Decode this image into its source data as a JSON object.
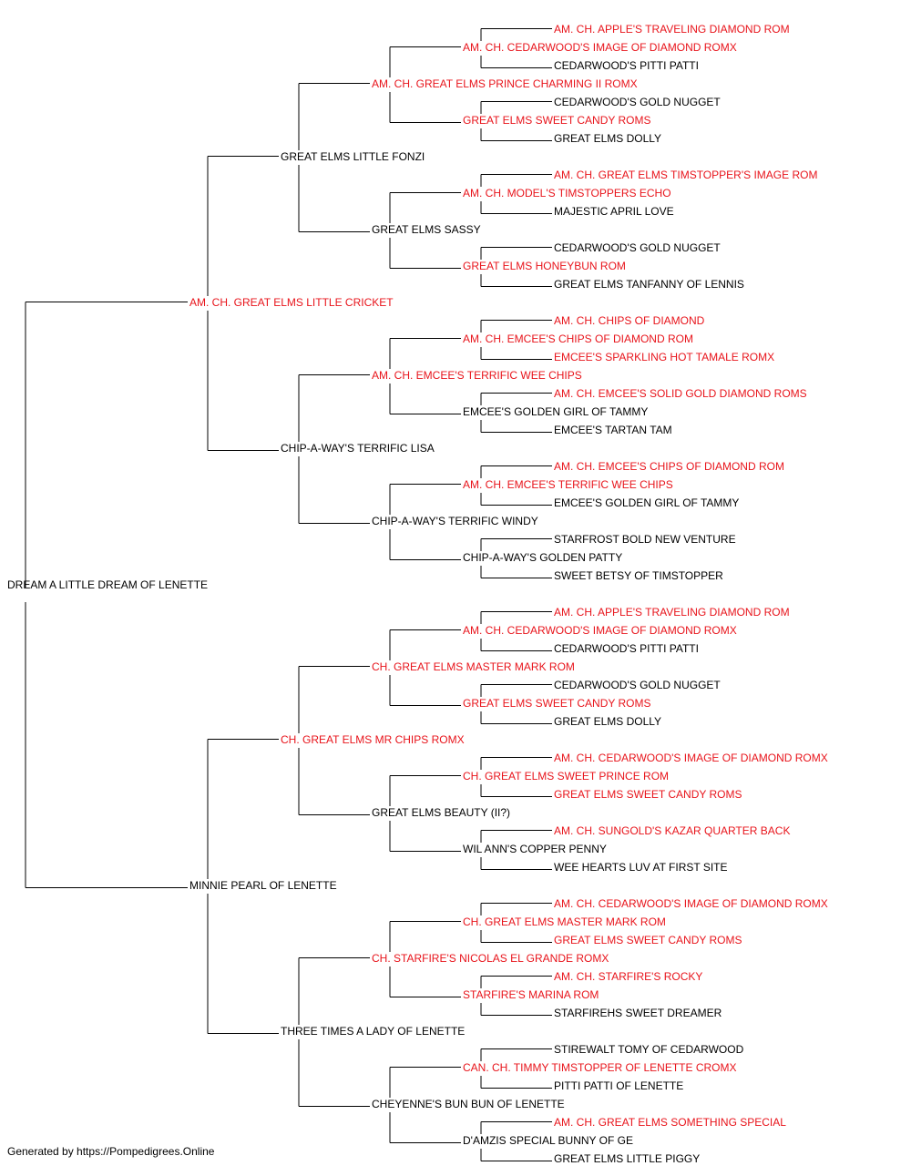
{
  "colors": {
    "champion": "#e8141b",
    "regular": "#000000",
    "line": "#000000"
  },
  "pedigree": {
    "name": "DREAM A LITTLE DREAM OF LENETTE",
    "champion": false,
    "sire": {
      "name": "AM. CH. GREAT ELMS LITTLE CRICKET",
      "champion": true,
      "sire": {
        "name": "GREAT ELMS LITTLE FONZI",
        "champion": false,
        "sire": {
          "name": "AM. CH. GREAT ELMS PRINCE CHARMING II ROMX",
          "champion": true,
          "sire": {
            "name": "AM. CH. CEDARWOOD'S IMAGE OF DIAMOND ROMX",
            "champion": true,
            "sire": {
              "name": "AM. CH. APPLE'S TRAVELING DIAMOND ROM",
              "champion": true
            },
            "dam": {
              "name": "CEDARWOOD'S PITTI PATTI",
              "champion": false
            }
          },
          "dam": {
            "name": "GREAT ELMS SWEET CANDY ROMS",
            "champion": true,
            "sire": {
              "name": "CEDARWOOD'S GOLD NUGGET",
              "champion": false
            },
            "dam": {
              "name": "GREAT ELMS DOLLY",
              "champion": false
            }
          }
        },
        "dam": {
          "name": "GREAT ELMS SASSY",
          "champion": false,
          "sire": {
            "name": "AM. CH. MODEL'S TIMSTOPPERS ECHO",
            "champion": true,
            "sire": {
              "name": "AM. CH. GREAT ELMS TIMSTOPPER'S IMAGE ROM",
              "champion": true
            },
            "dam": {
              "name": "MAJESTIC APRIL LOVE",
              "champion": false
            }
          },
          "dam": {
            "name": "GREAT ELMS HONEYBUN ROM",
            "champion": true,
            "sire": {
              "name": "CEDARWOOD'S GOLD NUGGET",
              "champion": false
            },
            "dam": {
              "name": "GREAT ELMS TANFANNY OF LENNIS",
              "champion": false
            }
          }
        }
      },
      "dam": {
        "name": "CHIP-A-WAY'S TERRIFIC LISA",
        "champion": false,
        "sire": {
          "name": "AM. CH. EMCEE'S TERRIFIC WEE CHIPS",
          "champion": true,
          "sire": {
            "name": "AM. CH. EMCEE'S CHIPS OF DIAMOND ROM",
            "champion": true,
            "sire": {
              "name": "AM. CH. CHIPS OF DIAMOND",
              "champion": true
            },
            "dam": {
              "name": "EMCEE'S SPARKLING HOT TAMALE ROMX",
              "champion": true
            }
          },
          "dam": {
            "name": "EMCEE'S GOLDEN GIRL OF TAMMY",
            "champion": false,
            "sire": {
              "name": "AM. CH. EMCEE'S SOLID GOLD DIAMOND ROMS",
              "champion": true
            },
            "dam": {
              "name": "EMCEE'S TARTAN TAM",
              "champion": false
            }
          }
        },
        "dam": {
          "name": "CHIP-A-WAY'S TERRIFIC WINDY",
          "champion": false,
          "sire": {
            "name": "AM. CH. EMCEE'S TERRIFIC WEE CHIPS",
            "champion": true,
            "sire": {
              "name": "AM. CH. EMCEE'S CHIPS OF DIAMOND ROM",
              "champion": true
            },
            "dam": {
              "name": "EMCEE'S GOLDEN GIRL OF TAMMY",
              "champion": false
            }
          },
          "dam": {
            "name": "CHIP-A-WAY'S GOLDEN PATTY",
            "champion": false,
            "sire": {
              "name": "STARFROST BOLD NEW VENTURE",
              "champion": false
            },
            "dam": {
              "name": "SWEET BETSY OF TIMSTOPPER",
              "champion": false
            }
          }
        }
      }
    },
    "dam": {
      "name": "MINNIE PEARL OF LENETTE",
      "champion": false,
      "sire": {
        "name": "CH. GREAT ELMS MR CHIPS ROMX",
        "champion": true,
        "sire": {
          "name": "CH. GREAT ELMS MASTER MARK ROM",
          "champion": true,
          "sire": {
            "name": "AM. CH. CEDARWOOD'S IMAGE OF DIAMOND ROMX",
            "champion": true,
            "sire": {
              "name": "AM. CH. APPLE'S TRAVELING DIAMOND ROM",
              "champion": true
            },
            "dam": {
              "name": "CEDARWOOD'S PITTI PATTI",
              "champion": false
            }
          },
          "dam": {
            "name": "GREAT ELMS SWEET CANDY ROMS",
            "champion": true,
            "sire": {
              "name": "CEDARWOOD'S GOLD NUGGET",
              "champion": false
            },
            "dam": {
              "name": "GREAT ELMS DOLLY",
              "champion": false
            }
          }
        },
        "dam": {
          "name": "GREAT ELMS BEAUTY (II?)",
          "champion": false,
          "sire": {
            "name": "CH. GREAT ELMS SWEET PRINCE ROM",
            "champion": true,
            "sire": {
              "name": "AM. CH. CEDARWOOD'S IMAGE OF DIAMOND ROMX",
              "champion": true
            },
            "dam": {
              "name": "GREAT ELMS SWEET CANDY ROMS",
              "champion": true
            }
          },
          "dam": {
            "name": "WIL ANN'S COPPER PENNY",
            "champion": false,
            "sire": {
              "name": "AM. CH. SUNGOLD'S KAZAR QUARTER BACK",
              "champion": true
            },
            "dam": {
              "name": "WEE HEARTS LUV AT FIRST SITE",
              "champion": false
            }
          }
        }
      },
      "dam": {
        "name": "THREE TIMES A LADY OF LENETTE",
        "champion": false,
        "sire": {
          "name": "CH. STARFIRE'S NICOLAS EL GRANDE ROMX",
          "champion": true,
          "sire": {
            "name": "CH. GREAT ELMS MASTER MARK ROM",
            "champion": true,
            "sire": {
              "name": "AM. CH. CEDARWOOD'S IMAGE OF DIAMOND ROMX",
              "champion": true
            },
            "dam": {
              "name": "GREAT ELMS SWEET CANDY ROMS",
              "champion": true
            }
          },
          "dam": {
            "name": "STARFIRE'S MARINA ROM",
            "champion": true,
            "sire": {
              "name": "AM. CH. STARFIRE'S ROCKY",
              "champion": true
            },
            "dam": {
              "name": "STARFIREHS SWEET DREAMER",
              "champion": false
            }
          }
        },
        "dam": {
          "name": "CHEYENNE'S BUN BUN OF LENETTE",
          "champion": false,
          "sire": {
            "name": "CAN. CH. TIMMY TIMSTOPPER OF LENETTE CROMX",
            "champion": true,
            "sire": {
              "name": "STIREWALT TOMY OF CEDARWOOD",
              "champion": false
            },
            "dam": {
              "name": "PITTI PATTI OF LENETTE",
              "champion": false
            }
          },
          "dam": {
            "name": "D'AMZIS SPECIAL BUNNY OF GE",
            "champion": false,
            "sire": {
              "name": "AM. CH. GREAT ELMS SOMETHING SPECIAL",
              "champion": true
            },
            "dam": {
              "name": "GREAT ELMS LITTLE PIGGY",
              "champion": false
            }
          }
        }
      }
    }
  },
  "footer": {
    "text": "Generated by https://Pompedigrees.Online"
  }
}
